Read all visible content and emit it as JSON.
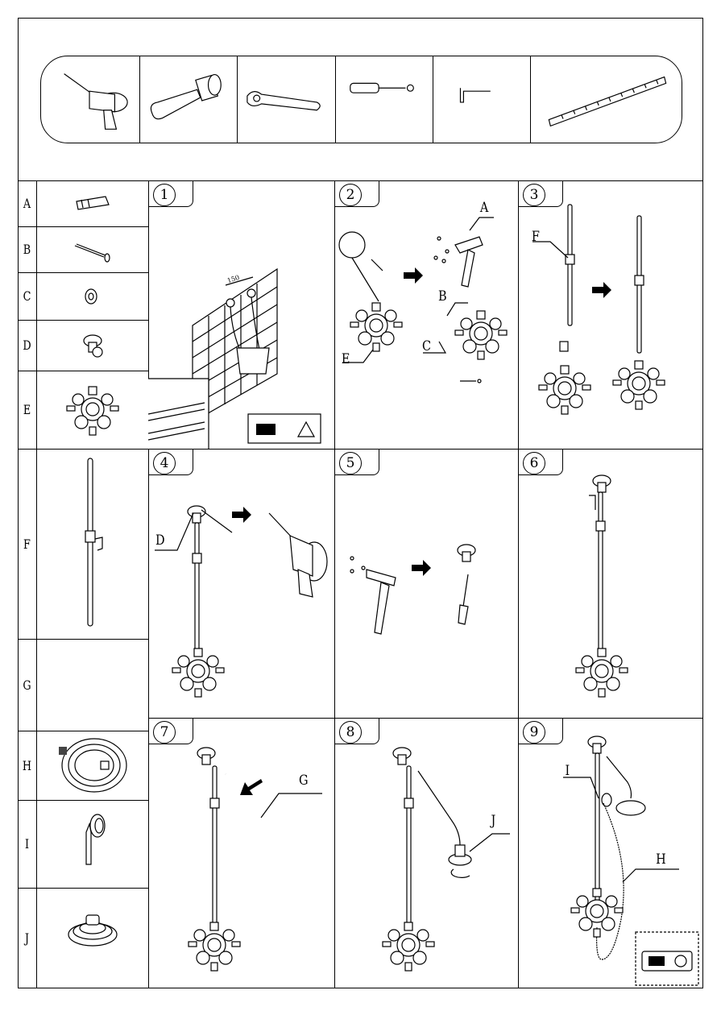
{
  "tools": [
    {
      "icon": "drill-icon"
    },
    {
      "icon": "mallet-icon"
    },
    {
      "icon": "adjustable-wrench-icon"
    },
    {
      "icon": "screwdriver-icon"
    },
    {
      "icon": "allen-key-icon"
    },
    {
      "icon": "ruler-icon"
    }
  ],
  "parts": [
    {
      "letter": "A",
      "icon": "wall-plug-icon"
    },
    {
      "letter": "B",
      "icon": "screw-icon"
    },
    {
      "letter": "C",
      "icon": "washer-icon"
    },
    {
      "letter": "D",
      "icon": "wall-bracket-icon"
    },
    {
      "letter": "E",
      "icon": "thermostatic-valve-icon"
    },
    {
      "letter": "F",
      "icon": "riser-rail-icon"
    },
    {
      "letter": "G",
      "icon": "shower-arm-icon"
    },
    {
      "letter": "H",
      "icon": "shower-hose-icon"
    },
    {
      "letter": "I",
      "icon": "hand-shower-icon"
    },
    {
      "letter": "J",
      "icon": "shower-head-icon"
    }
  ],
  "steps": [
    {
      "number": "1",
      "dimension": "150"
    },
    {
      "number": "2",
      "callouts": [
        "A",
        "B",
        "C",
        "E"
      ]
    },
    {
      "number": "3",
      "callouts": [
        "F"
      ]
    },
    {
      "number": "4",
      "callouts": [
        "D"
      ]
    },
    {
      "number": "5"
    },
    {
      "number": "6"
    },
    {
      "number": "7",
      "callouts": [
        "G"
      ]
    },
    {
      "number": "8",
      "callouts": [
        "J"
      ]
    },
    {
      "number": "9",
      "callouts": [
        "I",
        "H"
      ]
    }
  ]
}
